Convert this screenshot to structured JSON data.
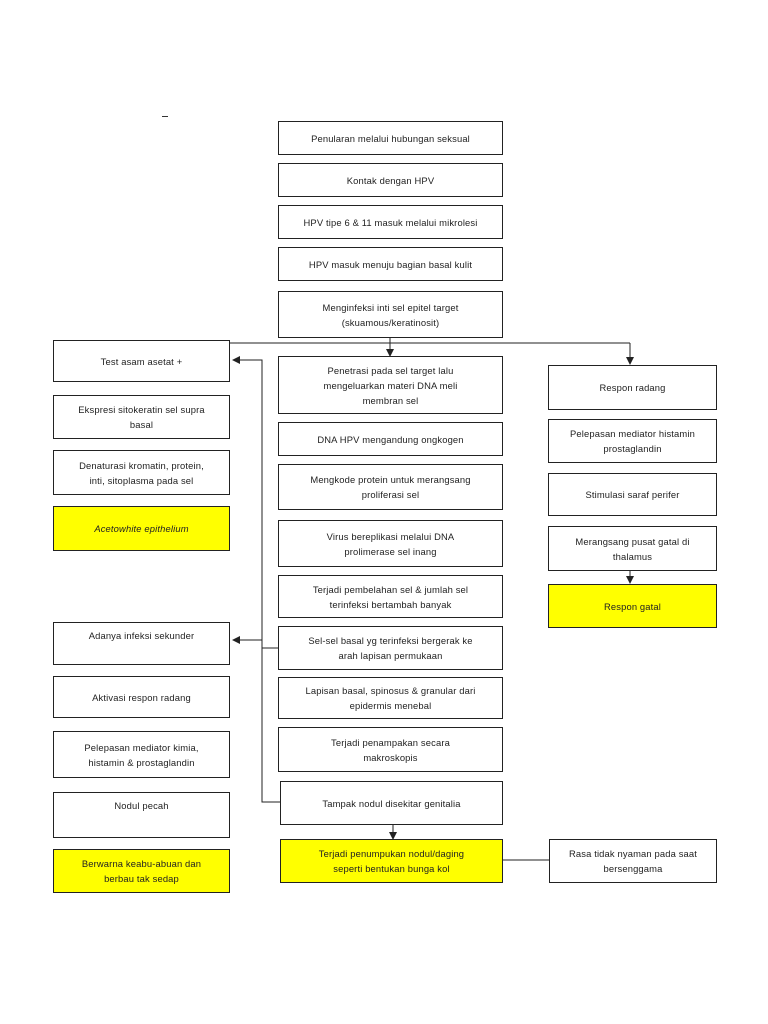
{
  "center": [
    "Penularan melalui hubungan seksual",
    "Kontak dengan HPV",
    "HPV tipe 6 & 11 masuk melalui mikrolesi",
    "HPV masuk menuju bagian basal kulit",
    "Menginfeksi inti sel epitel target\n(skuamous/keratinosit)",
    "Penetrasi pada sel target lalu\nmengeluarkan materi DNA meli\nmembran sel",
    "DNA HPV mengandung ongkogen",
    "Mengkode protein untuk merangsang\nproliferasi sel",
    "Virus bereplikasi melalui DNA\nprolimerase sel inang",
    "Terjadi pembelahan sel & jumlah sel\nterinfeksi bertambah banyak",
    "Sel-sel basal yg terinfeksi bergerak ke\narah lapisan permukaan",
    "Lapisan basal, spinosus & granular dari\nepidermis menebal",
    "Terjadi penampakan secara\nmakroskopis",
    "Tampak nodul disekitar genitalia",
    "Terjadi penumpukan nodul/daging\nseperti bentukan bunga kol"
  ],
  "left_top": [
    "Test asam asetat +",
    "Ekspresi sitokeratin sel supra\nbasal",
    "Denaturasi kromatin, protein,\ninti, sitoplasma pada sel",
    "Acetowhite epithelium"
  ],
  "left_bottom": [
    "Adanya infeksi sekunder",
    "Aktivasi respon radang",
    "Pelepasan mediator kimia,\nhistamin & prostaglandin",
    "Nodul pecah",
    "Berwarna keabu-abuan dan\nberbau tak sedap"
  ],
  "right": [
    "Respon radang",
    "Pelepasan mediator histamin\nprostaglandin",
    "Stimulasi saraf perifer",
    "Merangsang pusat gatal di\nthalamus",
    "Respon gatal"
  ],
  "right_bottom": "Rasa tidak nyaman pada saat\nbersenggama",
  "colors": {
    "highlight": "#ffff00",
    "line": "#222222"
  }
}
